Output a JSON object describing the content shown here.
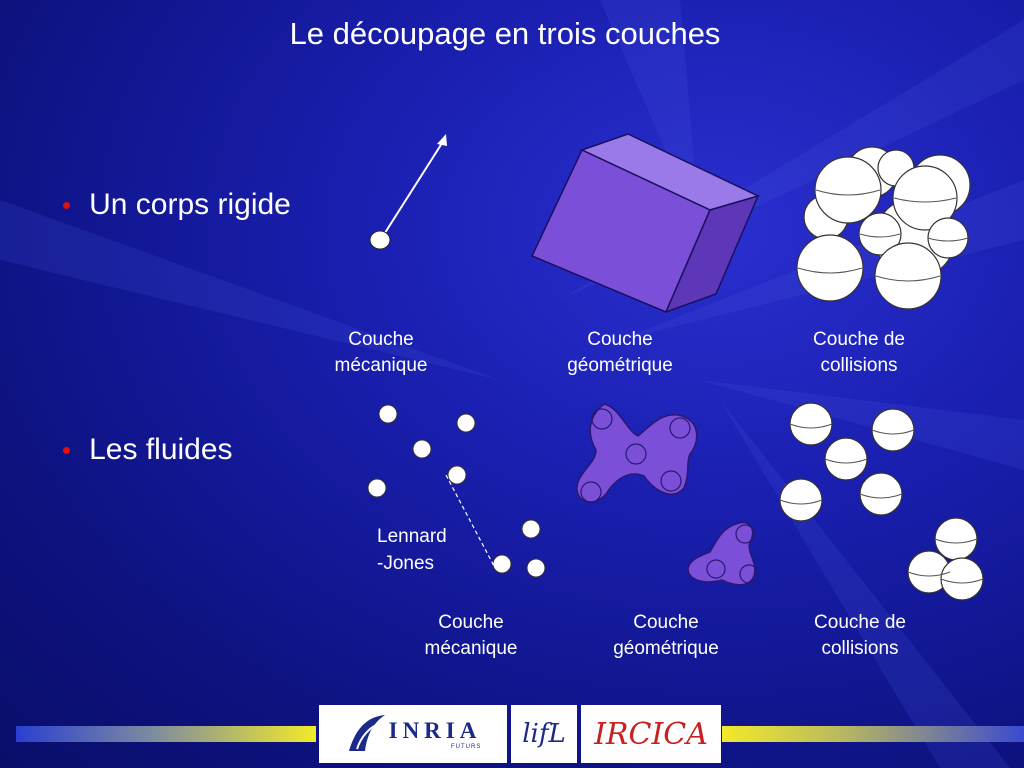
{
  "slide": {
    "title": "Le découpage en trois couches",
    "bullets": [
      {
        "label": "Un corps rigide"
      },
      {
        "label": "Les fluides"
      }
    ],
    "rigid_captions": [
      {
        "line1": "Couche",
        "line2": "mécanique"
      },
      {
        "line1": "Couche",
        "line2": "géométrique"
      },
      {
        "line1": "Couche de",
        "line2": "collisions"
      }
    ],
    "fluid_captions": [
      {
        "line1": "Couche",
        "line2": "mécanique"
      },
      {
        "line1": "Couche",
        "line2": "géométrique"
      },
      {
        "line1": "Couche de",
        "line2": "collisions"
      }
    ],
    "lennard_jones": {
      "line1": "Lennard",
      "line2": "-Jones"
    }
  },
  "footer": {
    "logos": [
      {
        "name": "INRIA",
        "text": "INRIA",
        "sub": "FUTURS"
      },
      {
        "name": "LIFL",
        "text": "lifL"
      },
      {
        "name": "IRCICA",
        "text": "IRCICA"
      }
    ]
  },
  "colors": {
    "background": "#1a1fb0",
    "bullet": "#e01010",
    "shape_fill": "#7a4fd8",
    "footer_yellow": "#f2ea2a",
    "logo_blue": "#1b2a8a",
    "logo_red": "#c8201e"
  }
}
